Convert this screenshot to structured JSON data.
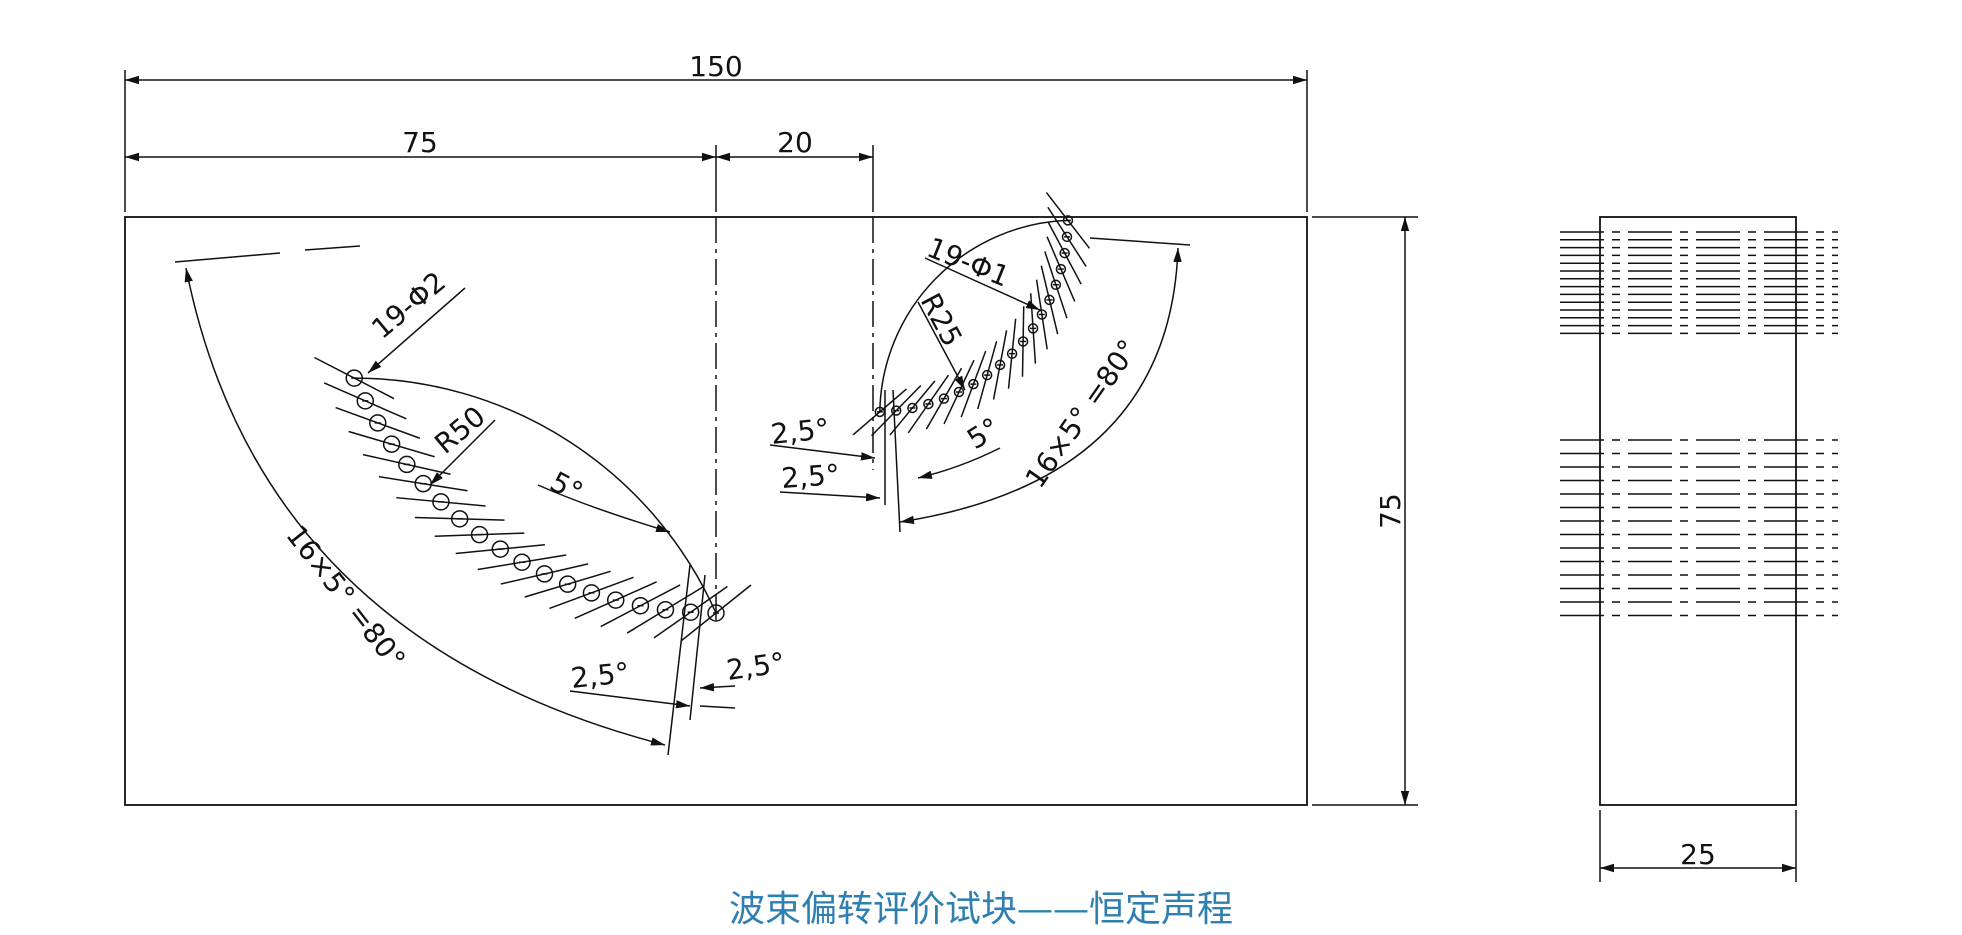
{
  "dimensions": {
    "overall_width": "150",
    "left_offset": "75",
    "right_offset": "20",
    "height": "75",
    "side_width": "25"
  },
  "left_group": {
    "hole_count_label": "19-Φ2",
    "radius_label": "R50",
    "step_label": "5°",
    "arc_label": "16×5° =80°",
    "half_angle_label_a": "2,5°",
    "half_angle_label_b": "2,5°"
  },
  "right_group": {
    "hole_count_label": "19-Φ1",
    "radius_label": "R25",
    "step_label": "5°",
    "arc_label": "16×5° =80°",
    "half_angle_label_a": "2,5°",
    "half_angle_label_b": "2,5°"
  },
  "caption": "波束偏转评价试块——恒定声程"
}
